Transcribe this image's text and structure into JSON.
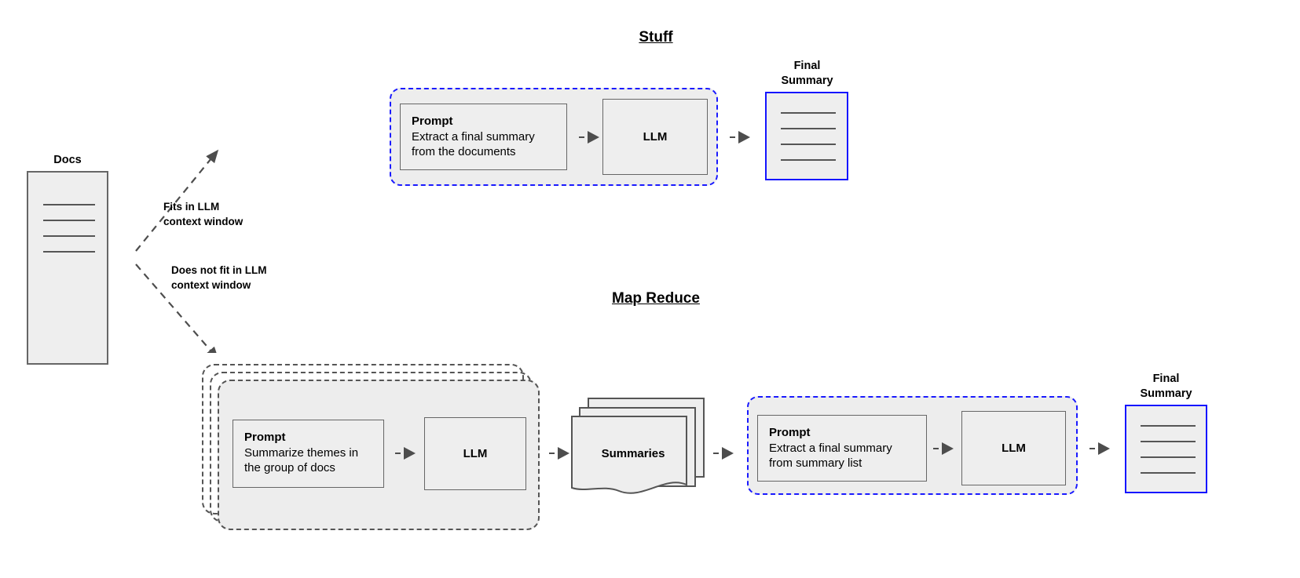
{
  "diagram": {
    "title_stuff": "Stuff",
    "title_map_reduce": "Map Reduce"
  },
  "docs": {
    "label": "Docs",
    "line_count": 4
  },
  "branches": [
    {
      "label_line1": "Fits in LLM",
      "label_line2": "context window"
    },
    {
      "label_line1": "Does not fit in LLM",
      "label_line2": "context window"
    }
  ],
  "stuff": {
    "prompt": {
      "title": "Prompt",
      "line1": "Extract a final summary",
      "line2": "from the documents"
    },
    "llm": {
      "label": "LLM"
    },
    "final_summary": {
      "caption_line1": "Final",
      "caption_line2": "Summary",
      "line_count": 4
    }
  },
  "map_reduce": {
    "map_step": {
      "prompt": {
        "title": "Prompt",
        "line1": "Summarize themes in",
        "line2": "the group of docs"
      },
      "llm": {
        "label": "LLM"
      },
      "stack_layers": 3
    },
    "summaries": {
      "label": "Summaries",
      "stack_layers": 3
    },
    "reduce_step": {
      "prompt": {
        "title": "Prompt",
        "line1": "Extract a final summary",
        "line2": "from summary list"
      },
      "llm": {
        "label": "LLM"
      }
    },
    "final_summary": {
      "caption_line1": "Final",
      "caption_line2": "Summary",
      "line_count": 4
    }
  },
  "colors": {
    "accent_blue": "#1a1aff",
    "fill_gray": "#eeeeee",
    "group_fill": "#ededed",
    "stroke_gray": "#666666",
    "arrow_gray": "#4d4d4d",
    "background": "#ffffff"
  }
}
